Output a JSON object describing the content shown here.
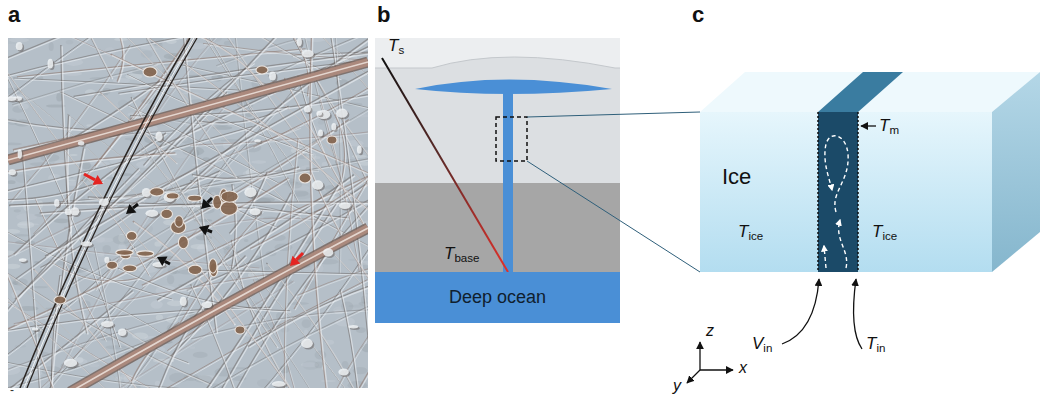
{
  "diagram": {
    "nodes": [
      {
        "text": [
          "Deep ocean"
        ]
      },
      {
        "text": [
          "Ice",
          "Tm",
          "Tice",
          "Tice"
        ]
      }
    ],
    "labels": [
      "a",
      "b",
      "c",
      "Ts",
      "Tbase",
      "Vin",
      "Tin",
      "z",
      "x",
      "y",
      "-"
    ]
  }
}
